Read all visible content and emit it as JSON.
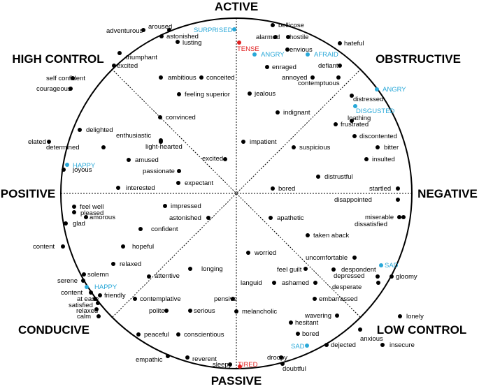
{
  "axes": {
    "top": "ACTIVE",
    "bottom": "PASSIVE",
    "left": "POSITIVE",
    "right": "NEGATIVE",
    "top_left": "HIGH CONTROL",
    "top_right": "OBSTRUCTIVE",
    "bottom_left": "CONDUCIVE",
    "bottom_right": "LOW CONTROL"
  },
  "colors": {
    "default": "#000000",
    "blue": "#29a8d8",
    "red": "#e02020"
  },
  "emotions": [
    {
      "label": "bellicose",
      "color": "default"
    },
    {
      "label": "alarmed",
      "color": "default"
    },
    {
      "label": "hostile",
      "color": "default"
    },
    {
      "label": "TENSE",
      "color": "red"
    },
    {
      "label": "envious",
      "color": "default"
    },
    {
      "label": "hateful",
      "color": "default"
    },
    {
      "label": "ANGRY",
      "color": "blue"
    },
    {
      "label": "AFRAID",
      "color": "blue"
    },
    {
      "label": "enraged",
      "color": "default"
    },
    {
      "label": "defiant",
      "color": "default"
    },
    {
      "label": "annoyed",
      "color": "default"
    },
    {
      "label": "contemptuous",
      "color": "default"
    },
    {
      "label": "jealous",
      "color": "default"
    },
    {
      "label": "ANGRY",
      "color": "blue"
    },
    {
      "label": "distressed",
      "color": "default"
    },
    {
      "label": "DISGUSTED",
      "color": "blue"
    },
    {
      "label": "indignant",
      "color": "default"
    },
    {
      "label": "loathing",
      "color": "default"
    },
    {
      "label": "frustrated",
      "color": "default"
    },
    {
      "label": "discontented",
      "color": "default"
    },
    {
      "label": "impatient",
      "color": "default"
    },
    {
      "label": "suspicious",
      "color": "default"
    },
    {
      "label": "bitter",
      "color": "default"
    },
    {
      "label": "insulted",
      "color": "default"
    },
    {
      "label": "distrustful",
      "color": "default"
    },
    {
      "label": "bored",
      "color": "default"
    },
    {
      "label": "startled",
      "color": "default"
    },
    {
      "label": "disappointed",
      "color": "default"
    },
    {
      "label": "apathetic",
      "color": "default"
    },
    {
      "label": "miserable",
      "color": "default"
    },
    {
      "label": "dissatisfied",
      "color": "default"
    },
    {
      "label": "taken aback",
      "color": "default"
    },
    {
      "label": "worried",
      "color": "default"
    },
    {
      "label": "uncomfortable",
      "color": "default"
    },
    {
      "label": "SAD",
      "color": "blue"
    },
    {
      "label": "feel guilt",
      "color": "default"
    },
    {
      "label": "despondent",
      "color": "default"
    },
    {
      "label": "depressed",
      "color": "default"
    },
    {
      "label": "gloomy",
      "color": "default"
    },
    {
      "label": "languid",
      "color": "default"
    },
    {
      "label": "ashamed",
      "color": "default"
    },
    {
      "label": "desperate",
      "color": "default"
    },
    {
      "label": "embarrassed",
      "color": "default"
    },
    {
      "label": "melancholic",
      "color": "default"
    },
    {
      "label": "wavering",
      "color": "default"
    },
    {
      "label": "hesitant",
      "color": "default"
    },
    {
      "label": "lonely",
      "color": "default"
    },
    {
      "label": "bored",
      "color": "default"
    },
    {
      "label": "anxious",
      "color": "default"
    },
    {
      "label": "SAD",
      "color": "blue"
    },
    {
      "label": "dejected",
      "color": "default"
    },
    {
      "label": "insecure",
      "color": "default"
    },
    {
      "label": "droopy",
      "color": "default"
    },
    {
      "label": "doubtful",
      "color": "default"
    },
    {
      "label": "TIRED",
      "color": "red"
    },
    {
      "label": "sleepy",
      "color": "default"
    },
    {
      "label": "reverent",
      "color": "default"
    },
    {
      "label": "empathic",
      "color": "default"
    },
    {
      "label": "peaceful",
      "color": "default"
    },
    {
      "label": "conscientious",
      "color": "default"
    },
    {
      "label": "polite",
      "color": "default"
    },
    {
      "label": "serious",
      "color": "default"
    },
    {
      "label": "pensive",
      "color": "default"
    },
    {
      "label": "contemplative",
      "color": "default"
    },
    {
      "label": "calm",
      "color": "default"
    },
    {
      "label": "relaxed",
      "color": "default"
    },
    {
      "label": "satisfied",
      "color": "default"
    },
    {
      "label": "at ease",
      "color": "default"
    },
    {
      "label": "content",
      "color": "default"
    },
    {
      "label": "friendly",
      "color": "default"
    },
    {
      "label": "HAPPY",
      "color": "blue"
    },
    {
      "label": "serene",
      "color": "default"
    },
    {
      "label": "solemn",
      "color": "default"
    },
    {
      "label": "attentive",
      "color": "default"
    },
    {
      "label": "longing",
      "color": "default"
    },
    {
      "label": "relaxed",
      "color": "default"
    },
    {
      "label": "hopeful",
      "color": "default"
    },
    {
      "label": "content",
      "color": "default"
    },
    {
      "label": "confident",
      "color": "default"
    },
    {
      "label": "glad",
      "color": "default"
    },
    {
      "label": "amorous",
      "color": "default"
    },
    {
      "label": "pleased",
      "color": "default"
    },
    {
      "label": "feel well",
      "color": "default"
    },
    {
      "label": "astonished",
      "color": "default"
    },
    {
      "label": "impressed",
      "color": "default"
    },
    {
      "label": "interested",
      "color": "default"
    },
    {
      "label": "expectant",
      "color": "default"
    },
    {
      "label": "passionate",
      "color": "default"
    },
    {
      "label": "joyous",
      "color": "default"
    },
    {
      "label": "HAPPY",
      "color": "blue"
    },
    {
      "label": "amused",
      "color": "default"
    },
    {
      "label": "excited",
      "color": "default"
    },
    {
      "label": "light-hearted",
      "color": "default"
    },
    {
      "label": "determined",
      "color": "default"
    },
    {
      "label": "elated",
      "color": "default"
    },
    {
      "label": "enthusiastic",
      "color": "default"
    },
    {
      "label": "delighted",
      "color": "default"
    },
    {
      "label": "convinced",
      "color": "default"
    },
    {
      "label": "feeling superior",
      "color": "default"
    },
    {
      "label": "courageous",
      "color": "default"
    },
    {
      "label": "self confident",
      "color": "default"
    },
    {
      "label": "ambitious",
      "color": "default"
    },
    {
      "label": "conceited",
      "color": "default"
    },
    {
      "label": "excited",
      "color": "default"
    },
    {
      "label": "triumphant",
      "color": "default"
    },
    {
      "label": "lusting",
      "color": "default"
    },
    {
      "label": "astonished",
      "color": "default"
    },
    {
      "label": "adventurous",
      "color": "default"
    },
    {
      "label": "aroused",
      "color": "default"
    },
    {
      "label": "SURPRISED",
      "color": "blue"
    }
  ]
}
